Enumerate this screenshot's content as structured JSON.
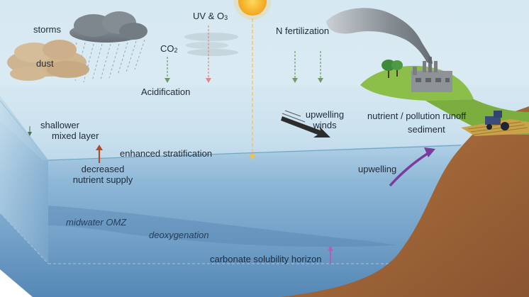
{
  "labels": {
    "storms": "storms",
    "dust": "dust",
    "uv_o3_prefix": "UV & O",
    "uv_o3_sub": "3",
    "co2_prefix": "CO",
    "co2_sub": "2",
    "n_fertilization": "N fertilization",
    "acidification": "Acidification",
    "upwelling_winds_1": "upwelling",
    "upwelling_winds_2": "winds",
    "nutrient_runoff": "nutrient / pollution runoff",
    "sediment": "sediment",
    "shallower_mixed_layer_1": "shallower",
    "shallower_mixed_layer_2": "mixed layer",
    "enhanced_stratification": "enhanced stratification",
    "decreased_nutrient_supply_1": "decreased",
    "decreased_nutrient_supply_2": "nutrient supply",
    "upwelling": "upwelling",
    "midwater_omz": "midwater OMZ",
    "deoxygenation": "deoxygenation",
    "carbonate_solubility_horizon": "carbonate solubility horizon"
  },
  "colors": {
    "sky": "#dcebf3",
    "surface_water": "#cfe3ee",
    "mixed_layer": "#b3d2e6",
    "deep_water": "#5f95c0",
    "land": "#a0643a",
    "grass": "#8cbf4a",
    "sun": "#f6b726",
    "acid_arrow": "#74a06a",
    "uv_arrow": "#d98a86",
    "nutrient_arrow": "#b44a2c",
    "upwelling_arrow": "#7a3c9e",
    "carbonate_arrow": "#b45fb4",
    "wind_arrow": "#2c2c2c"
  },
  "icons": [
    "sun-icon",
    "storm-cloud-icon",
    "dust-cloud-icon",
    "factory-icon",
    "tractor-icon",
    "tree-icon"
  ]
}
